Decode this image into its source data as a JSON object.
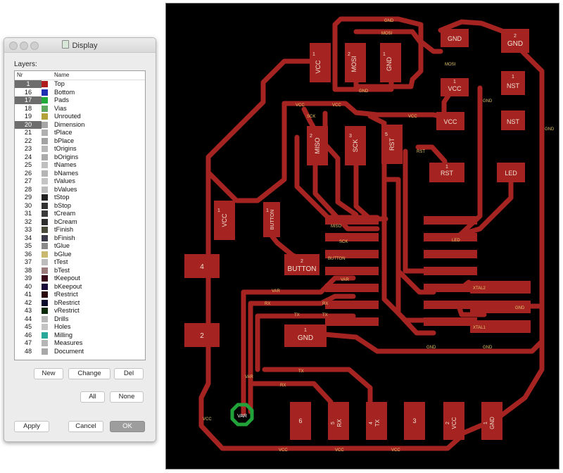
{
  "dialog": {
    "title": "Display",
    "layers_label": "Layers:",
    "columns": {
      "nr": "Nr",
      "name": "Name"
    },
    "layers": [
      {
        "nr": "1",
        "name": "Top",
        "color": "#b01b1b",
        "selected": true
      },
      {
        "nr": "16",
        "name": "Bottom",
        "color": "#1b2fb0",
        "selected": false
      },
      {
        "nr": "17",
        "name": "Pads",
        "color": "#1faa3a",
        "selected": true
      },
      {
        "nr": "18",
        "name": "Vias",
        "color": "#5fa85f",
        "selected": false
      },
      {
        "nr": "19",
        "name": "Unrouted",
        "color": "#b3a23a",
        "selected": false
      },
      {
        "nr": "20",
        "name": "Dimension",
        "color": "#a6a6a6",
        "selected": true
      },
      {
        "nr": "21",
        "name": "tPlace",
        "color": "#b0b0b0",
        "selected": false
      },
      {
        "nr": "22",
        "name": "bPlace",
        "color": "#a3a3a3",
        "selected": false
      },
      {
        "nr": "23",
        "name": "tOrigins",
        "color": "#b8b8b8",
        "selected": false
      },
      {
        "nr": "24",
        "name": "bOrigins",
        "color": "#ababab",
        "selected": false
      },
      {
        "nr": "25",
        "name": "tNames",
        "color": "#c0c0c0",
        "selected": false
      },
      {
        "nr": "26",
        "name": "bNames",
        "color": "#b5b5b5",
        "selected": false
      },
      {
        "nr": "27",
        "name": "tValues",
        "color": "#c4c4c4",
        "selected": false
      },
      {
        "nr": "28",
        "name": "bValues",
        "color": "#bcbcbc",
        "selected": false
      },
      {
        "nr": "29",
        "name": "tStop",
        "color": "#222222",
        "selected": false
      },
      {
        "nr": "30",
        "name": "bStop",
        "color": "#333333",
        "selected": false
      },
      {
        "nr": "31",
        "name": "tCream",
        "color": "#3a3a3a",
        "selected": false
      },
      {
        "nr": "32",
        "name": "bCream",
        "color": "#2e2e2e",
        "selected": false
      },
      {
        "nr": "33",
        "name": "tFinish",
        "color": "#4a4a3a",
        "selected": false
      },
      {
        "nr": "34",
        "name": "bFinish",
        "color": "#3a3a4a",
        "selected": false
      },
      {
        "nr": "35",
        "name": "tGlue",
        "color": "#8a8a8a",
        "selected": false
      },
      {
        "nr": "36",
        "name": "bGlue",
        "color": "#c8b870",
        "selected": false
      },
      {
        "nr": "37",
        "name": "tTest",
        "color": "#bdbdbd",
        "selected": false
      },
      {
        "nr": "38",
        "name": "bTest",
        "color": "#9a7a7a",
        "selected": false
      },
      {
        "nr": "39",
        "name": "tKeepout",
        "color": "#3a0a1a",
        "selected": false
      },
      {
        "nr": "40",
        "name": "bKeepout",
        "color": "#1a0a3a",
        "selected": false
      },
      {
        "nr": "41",
        "name": "tRestrict",
        "color": "#2a0a0a",
        "selected": false
      },
      {
        "nr": "42",
        "name": "bRestrict",
        "color": "#0a0a2a",
        "selected": false
      },
      {
        "nr": "43",
        "name": "vRestrict",
        "color": "#0a2a0a",
        "selected": false
      },
      {
        "nr": "44",
        "name": "Drills",
        "color": "#b8b8b8",
        "selected": false
      },
      {
        "nr": "45",
        "name": "Holes",
        "color": "#c4c4c4",
        "selected": false
      },
      {
        "nr": "46",
        "name": "Milling",
        "color": "#2aa89a",
        "selected": false
      },
      {
        "nr": "47",
        "name": "Measures",
        "color": "#b5b5b5",
        "selected": false
      },
      {
        "nr": "48",
        "name": "Document",
        "color": "#a8a8a8",
        "selected": false
      }
    ],
    "buttons": {
      "new": "New",
      "change": "Change",
      "del": "Del",
      "all": "All",
      "none": "None",
      "apply": "Apply",
      "cancel": "Cancel",
      "ok": "OK"
    }
  },
  "board": {
    "components": {
      "vcc_top": "VCC",
      "vcc_top_num": "1",
      "mosi_a": "MOSI",
      "mosi_a_num": "2",
      "gnd_a": "GND",
      "gnd_a_num": "1",
      "gnd_right": "GND",
      "gnd_right_num": "2",
      "vcc_r1": "VCC",
      "vcc_r1_num": "1",
      "nst_top": "NST",
      "nst_top_num": "1",
      "vcc_r2": "VCC",
      "nst_bot": "NST",
      "miso": "MISO",
      "miso_num": "2",
      "sck": "SCK",
      "sck_num": "3",
      "rst_v": "RST",
      "rst_v_num": "5",
      "rst_h": "RST",
      "rst_h_num": "1",
      "led": "LED",
      "vcc_left": "VCC",
      "vcc_left_num": "1",
      "button_v": "BUTTON",
      "button_v_num": "1",
      "button_h": "BUTTON",
      "button_h_num": "2",
      "pad_4": "4",
      "pad_2": "2",
      "gnd_mid": "GND",
      "gnd_mid_num": "1",
      "via_label": "VAR",
      "hdr_6": "6",
      "hdr_rx": "RX",
      "hdr_rx_num": "5",
      "hdr_tx": "TX",
      "hdr_tx_num": "4",
      "hdr_3": "3",
      "hdr_vcc": "VCC",
      "hdr_vcc_num": "2",
      "hdr_gnd": "GND",
      "hdr_gnd_num": "1"
    },
    "nets": {
      "gnd": "GND",
      "mosi": "MOSI",
      "vcc": "VCC",
      "sck": "SCK",
      "miso": "MISO",
      "rst": "RST",
      "led": "LED",
      "button": "BUTTON",
      "var": "VAR",
      "rx": "RX",
      "tx": "TX",
      "xtal1": "XTAL1",
      "xtal2": "XTAL2"
    }
  },
  "colors": {
    "copper": "#a52422",
    "pad_text": "#f0e0d0",
    "trace_text": "#e2c46a",
    "via": "#22a33a"
  }
}
